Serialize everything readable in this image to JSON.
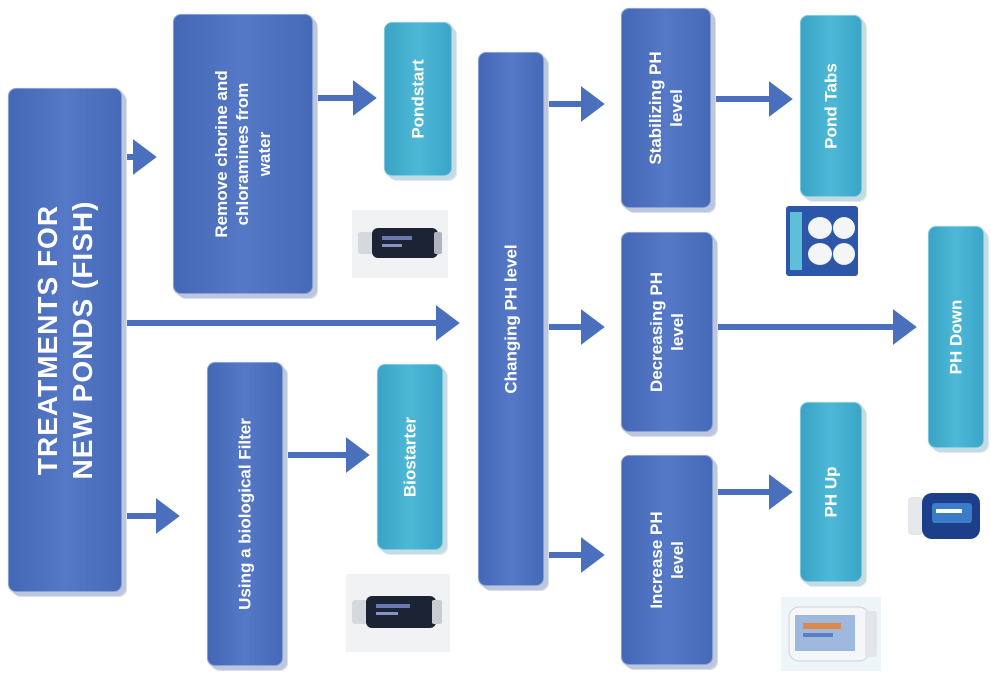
{
  "root": {
    "title": "TREATMENTS FOR\nNEW PONDS (FISH)"
  },
  "nodes": {
    "remove": "Remove chorine and\nchloramines from\nwater",
    "pondstart": "Pondstart",
    "biofilter": "Using a biological Filter",
    "biostarter": "Biostarter",
    "changing_ph": "Changing PH level",
    "stabilizing": "Stabilizing PH\nlevel",
    "pond_tabs": "Pond Tabs",
    "decreasing": "Decreasing PH\nlevel",
    "ph_down": "PH Down",
    "increase": "Increase PH\nlevel",
    "ph_up": "PH Up"
  },
  "colors": {
    "box_blue": "#4a6fbd",
    "box_teal": "#45b2d2",
    "arrow": "#4a6fbd",
    "text": "#ffffff"
  },
  "product_images": [
    "pondstart-bottle",
    "biostarter-bottle",
    "pond-tabs-pack",
    "ph-down-jar",
    "ph-up-jar"
  ]
}
